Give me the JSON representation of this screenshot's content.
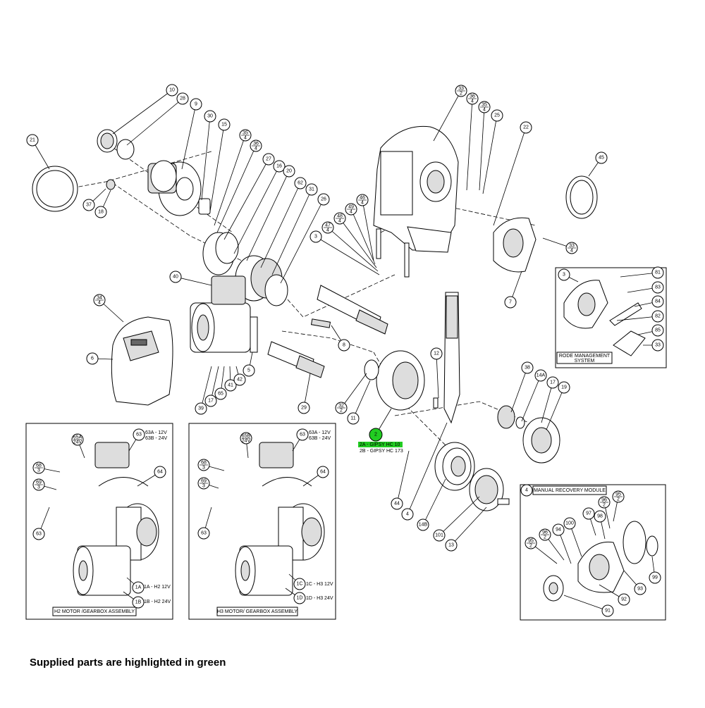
{
  "caption": "Supplied parts are highlighted in green",
  "highlight_color": "#22cc22",
  "highlighted_part": {
    "id": "2",
    "label_a": "2A - GIPSY HC 10",
    "label_b": "2B - GIPSY HC 173"
  },
  "callouts": [
    {
      "id": "10"
    },
    {
      "id": "28"
    },
    {
      "id": "9"
    },
    {
      "id": "30"
    },
    {
      "id": "15"
    },
    {
      "id": "21"
    },
    {
      "id": "35",
      "sub": "4"
    },
    {
      "id": "36",
      "sub": "4"
    },
    {
      "id": "27"
    },
    {
      "id": "16"
    },
    {
      "id": "20"
    },
    {
      "id": "62"
    },
    {
      "id": "31"
    },
    {
      "id": "26"
    },
    {
      "id": "37"
    },
    {
      "id": "18"
    },
    {
      "id": "40"
    },
    {
      "id": "34",
      "sub": "4"
    },
    {
      "id": "6"
    },
    {
      "id": "39"
    },
    {
      "id": "17"
    },
    {
      "id": "65"
    },
    {
      "id": "41"
    },
    {
      "id": "42"
    },
    {
      "id": "5"
    },
    {
      "id": "33",
      "sub": "2"
    },
    {
      "id": "36",
      "sub": "4"
    },
    {
      "id": "35",
      "sub": "4"
    },
    {
      "id": "25"
    },
    {
      "id": "22"
    },
    {
      "id": "45"
    },
    {
      "id": "46",
      "sub": "4"
    },
    {
      "id": "49",
      "sub": "4"
    },
    {
      "id": "48",
      "sub": "4"
    },
    {
      "id": "47",
      "sub": "4"
    },
    {
      "id": "3"
    },
    {
      "id": "33",
      "sub": "4"
    },
    {
      "id": "7"
    },
    {
      "id": "8"
    },
    {
      "id": "29"
    },
    {
      "id": "12"
    },
    {
      "id": "32",
      "sub": "2"
    },
    {
      "id": "11"
    },
    {
      "id": "38"
    },
    {
      "id": "14A"
    },
    {
      "id": "17"
    },
    {
      "id": "19"
    },
    {
      "id": "44"
    },
    {
      "id": "4"
    },
    {
      "id": "14B"
    },
    {
      "id": "101"
    },
    {
      "id": "13"
    }
  ],
  "rode_module": {
    "title": "RODE MANAGEMENT SYSTEM",
    "callouts": [
      {
        "id": "3"
      },
      {
        "id": "81"
      },
      {
        "id": "83"
      },
      {
        "id": "84"
      },
      {
        "id": "82"
      },
      {
        "id": "85"
      },
      {
        "id": "33"
      }
    ]
  },
  "h2_module": {
    "title": "H2 MOTOR /GEARBOX ASSEMBLY",
    "top_ref": {
      "id": "65A",
      "sub": "24V"
    },
    "spec_63": [
      "63A - 12V",
      "63B - 24V"
    ],
    "spec_1": [
      "1A - H2 12V",
      "1B - H2 24V"
    ],
    "callouts": [
      {
        "id": "68",
        "sub": "3"
      },
      {
        "id": "69",
        "sub": "3"
      },
      {
        "id": "63"
      },
      {
        "id": "64"
      },
      {
        "id": "1A"
      },
      {
        "id": "1B"
      }
    ]
  },
  "h3_module": {
    "title": "H3 MOTOR/ GEARBOX ASSEMBLY",
    "top_ref": {
      "id": "65B",
      "sub": "24V"
    },
    "spec_63": [
      "63A - 12V",
      "63B - 24V"
    ],
    "spec_1": [
      "1C - H3 12V",
      "1D - H3 24V"
    ],
    "callouts": [
      {
        "id": "68",
        "sub": "3"
      },
      {
        "id": "69",
        "sub": "3"
      },
      {
        "id": "63"
      },
      {
        "id": "64"
      },
      {
        "id": "1C"
      },
      {
        "id": "1D"
      }
    ]
  },
  "recovery_module": {
    "title": "MANUAL RECOVERY MODULE",
    "ref": "4",
    "callouts": [
      {
        "id": "95",
        "sub": "2"
      },
      {
        "id": "96",
        "sub": "2"
      },
      {
        "id": "97"
      },
      {
        "id": "98"
      },
      {
        "id": "100"
      },
      {
        "id": "94"
      },
      {
        "id": "96",
        "sub": "2"
      },
      {
        "id": "95",
        "sub": "2"
      },
      {
        "id": "99"
      },
      {
        "id": "93"
      },
      {
        "id": "92"
      },
      {
        "id": "91"
      }
    ]
  }
}
